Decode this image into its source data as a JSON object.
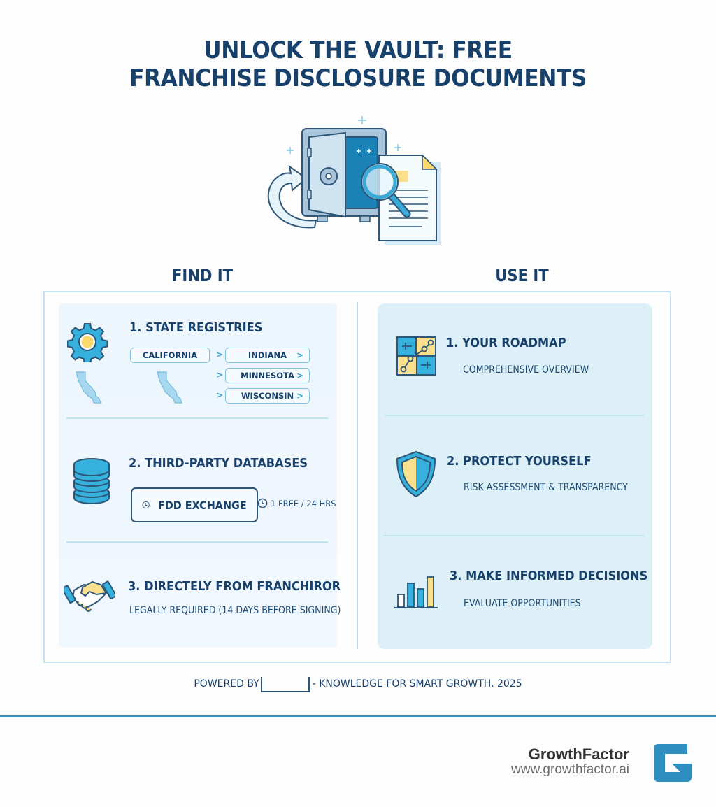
{
  "header": {
    "title_line1": "UNLOCK THE VAULT: FREE",
    "title_line2": "FRANCHISE DISCLOSURE DOCUMENTS"
  },
  "hero": {
    "icons": [
      "refresh-arrow-icon",
      "vault-safe-icon",
      "magnifier-icon",
      "document-icon",
      "sparkle-icon"
    ]
  },
  "find_it": {
    "heading": "FIND IT",
    "sections": [
      {
        "title": "1. STATE REGISTRIES",
        "icon": "gear-icon",
        "states": [
          "CALIFORNIA",
          "INDIANA",
          "MINNESOTA",
          "WISCONSIN"
        ],
        "arrow_glyph": ">",
        "chevron_glyph": ">"
      },
      {
        "title": "2. THIRD-PARTY DATABASES",
        "icon": "database-icon",
        "button_label": "FDD EXCHANGE",
        "note": "1 FREE / 24 HRS"
      },
      {
        "title": "3. DIRECTELY FROM FRANCHIROR",
        "icon": "handshake-icon",
        "subtitle": "LEGALLY REQUIRED (14 DAYS BEFORE SIGNING)"
      }
    ]
  },
  "use_it": {
    "heading": "USE IT",
    "sections": [
      {
        "title": "1. YOUR ROADMAP",
        "icon": "roadmap-icon",
        "subtitle": "COMPREHENSIVE OVERVIEW"
      },
      {
        "title": "2. PROTECT YOURSELF",
        "icon": "shield-icon",
        "subtitle": "RISK ASSESSMENT & TRANSPARENCY"
      },
      {
        "title": "3. MAKE INFORMED DECISIONS",
        "icon": "bar-chart-icon",
        "subtitle": "EVALUATE OPPORTUNITIES"
      }
    ]
  },
  "footer": {
    "powered_by": "POWERED BY",
    "tagline": "- KNOWLEDGE FOR SMART GROWTH. 2025"
  },
  "brand": {
    "name": "GrowthFactor",
    "url": "www.growthfactor.ai"
  },
  "colors": {
    "navy": "#17406b",
    "accent_blue": "#3fa6cf",
    "light_panel": "#eef6fd",
    "right_panel": "#ddf0f8",
    "yellow": "#fbe08e",
    "rule": "#3d8fb8"
  }
}
